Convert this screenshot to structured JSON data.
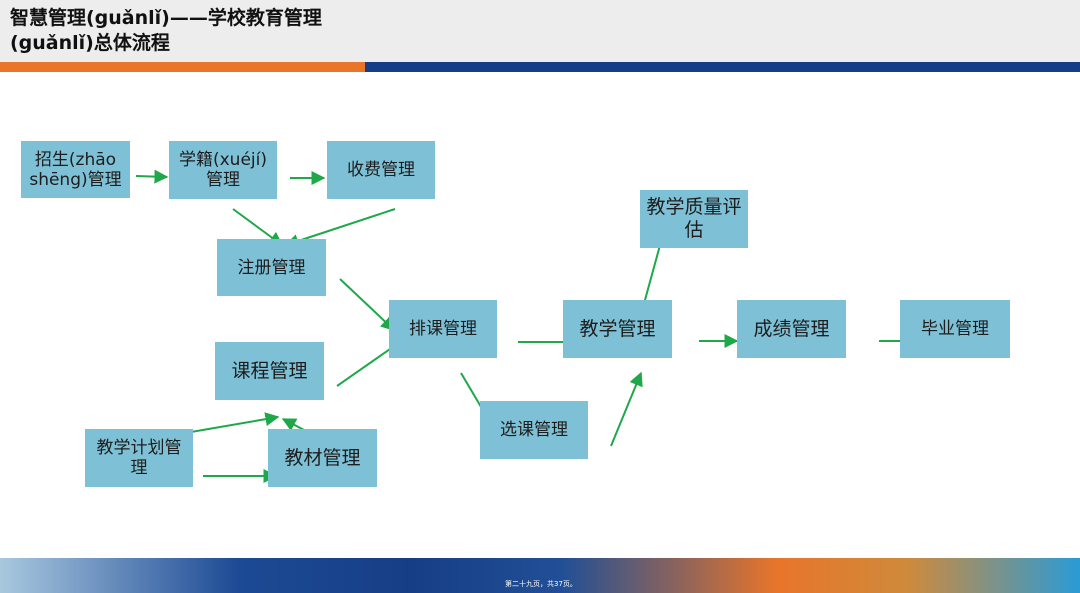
{
  "header": {
    "title_line1": "智慧管理(guǎnlǐ)——学校教育管理",
    "title_line2": "(guǎnlǐ)总体流程"
  },
  "diagram": {
    "nodes": {
      "zhaosheng": "招生(zhāo shēng)管理",
      "xueji": "学籍(xuéjí)管理",
      "shoufei": "收费管理",
      "zhuce": "注册管理",
      "kecheng": "课程管理",
      "jiaoxuejihua": "教学计划管理",
      "jiaocai": "教材管理",
      "paike": "排课管理",
      "xuanke": "选课管理",
      "jiaoxue": "教学管理",
      "zhiliang": "教学质量评估",
      "chengji": "成绩管理",
      "biye": "毕业管理"
    }
  },
  "colors": {
    "node_fill": "#7ec1d6",
    "arrow": "#1ea84a"
  },
  "footer": {
    "page_text": "第二十九页，共37页。"
  }
}
